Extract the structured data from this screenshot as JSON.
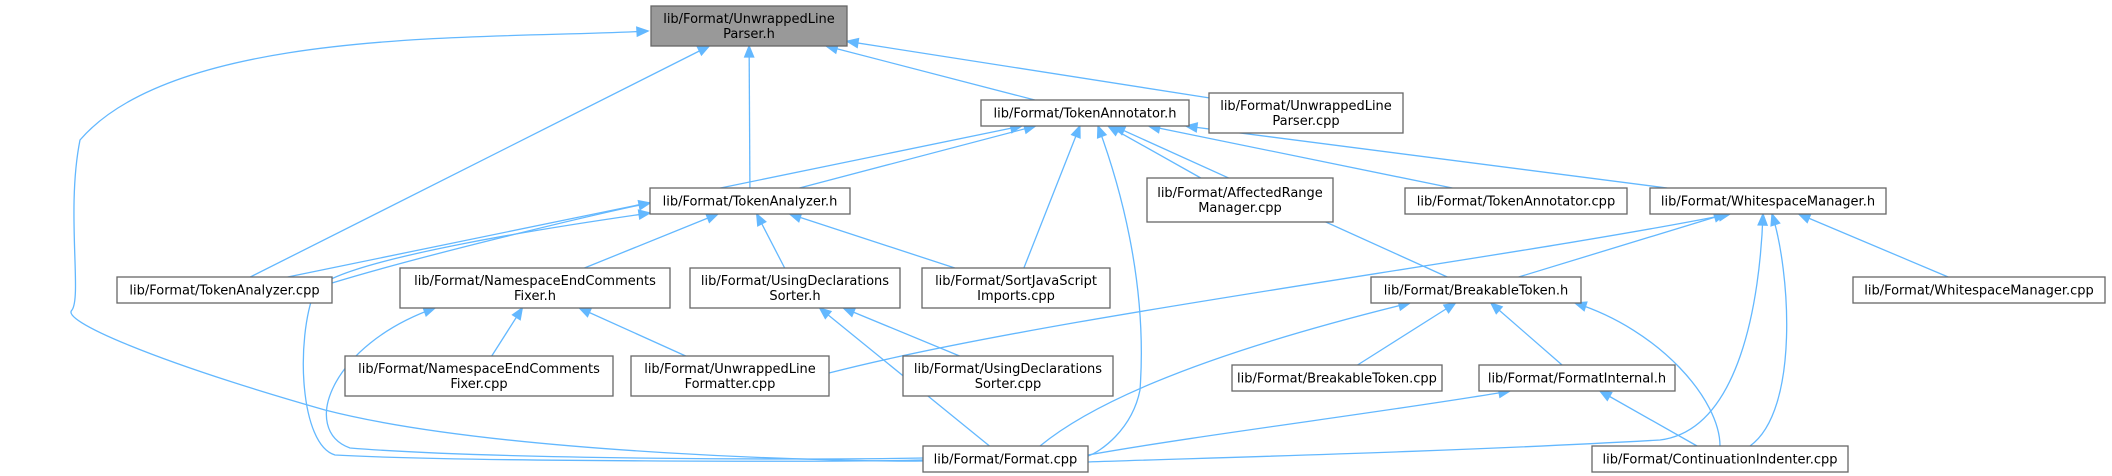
{
  "colors": {
    "edge": "#63b8ff",
    "node_border": "#666666",
    "node_fill": "#ffffff",
    "focus_fill": "#999999"
  },
  "nodes": [
    {
      "id": "ulp_h",
      "lines": [
        "lib/Format/UnwrappedLine",
        "Parser.h"
      ],
      "highlight": true
    },
    {
      "id": "ta_h",
      "lines": [
        "lib/Format/TokenAnnotator.h"
      ]
    },
    {
      "id": "ulp_cpp",
      "lines": [
        "lib/Format/UnwrappedLine",
        "Parser.cpp"
      ]
    },
    {
      "id": "tan_h",
      "lines": [
        "lib/Format/TokenAnalyzer.h"
      ]
    },
    {
      "id": "arm_cpp",
      "lines": [
        "lib/Format/AffectedRange",
        "Manager.cpp"
      ]
    },
    {
      "id": "ta_cpp",
      "lines": [
        "lib/Format/TokenAnnotator.cpp"
      ]
    },
    {
      "id": "wm_h",
      "lines": [
        "lib/Format/WhitespaceManager.h"
      ]
    },
    {
      "id": "tan_cpp",
      "lines": [
        "lib/Format/TokenAnalyzer.cpp"
      ]
    },
    {
      "id": "necf_h",
      "lines": [
        "lib/Format/NamespaceEndComments",
        "Fixer.h"
      ]
    },
    {
      "id": "uds_h",
      "lines": [
        "lib/Format/UsingDeclarations",
        "Sorter.h"
      ]
    },
    {
      "id": "sjs_cpp",
      "lines": [
        "lib/Format/SortJavaScript",
        "Imports.cpp"
      ]
    },
    {
      "id": "bt_h",
      "lines": [
        "lib/Format/BreakableToken.h"
      ]
    },
    {
      "id": "wm_cpp",
      "lines": [
        "lib/Format/WhitespaceManager.cpp"
      ]
    },
    {
      "id": "necf_cpp",
      "lines": [
        "lib/Format/NamespaceEndComments",
        "Fixer.cpp"
      ]
    },
    {
      "id": "ulf_cpp",
      "lines": [
        "lib/Format/UnwrappedLine",
        "Formatter.cpp"
      ]
    },
    {
      "id": "uds_cpp",
      "lines": [
        "lib/Format/UsingDeclarations",
        "Sorter.cpp"
      ]
    },
    {
      "id": "bt_cpp",
      "lines": [
        "lib/Format/BreakableToken.cpp"
      ]
    },
    {
      "id": "fi_h",
      "lines": [
        "lib/Format/FormatInternal.h"
      ]
    },
    {
      "id": "format_cpp",
      "lines": [
        "lib/Format/Format.cpp"
      ]
    },
    {
      "id": "ci_cpp",
      "lines": [
        "lib/Format/ContinuationIndenter.cpp"
      ]
    }
  ],
  "edges": [
    {
      "from": "ulp_h",
      "to": "ta_h"
    },
    {
      "from": "ulp_h",
      "to": "ulp_cpp"
    },
    {
      "from": "ulp_h",
      "to": "tan_h"
    },
    {
      "from": "ulp_h",
      "to": "tan_cpp"
    },
    {
      "from": "ulp_h",
      "to": "format_cpp"
    },
    {
      "from": "ta_h",
      "to": "tan_h"
    },
    {
      "from": "ta_h",
      "to": "tan_cpp"
    },
    {
      "from": "ta_h",
      "to": "arm_cpp"
    },
    {
      "from": "ta_h",
      "to": "ta_cpp"
    },
    {
      "from": "ta_h",
      "to": "wm_h"
    },
    {
      "from": "ta_h",
      "to": "sjs_cpp"
    },
    {
      "from": "ta_h",
      "to": "bt_h"
    },
    {
      "from": "ta_h",
      "to": "format_cpp"
    },
    {
      "from": "tan_h",
      "to": "tan_cpp"
    },
    {
      "from": "tan_h",
      "to": "necf_h"
    },
    {
      "from": "tan_h",
      "to": "uds_h"
    },
    {
      "from": "tan_h",
      "to": "sjs_cpp"
    },
    {
      "from": "tan_h",
      "to": "format_cpp"
    },
    {
      "from": "wm_h",
      "to": "ulf_cpp"
    },
    {
      "from": "wm_h",
      "to": "bt_h"
    },
    {
      "from": "wm_h",
      "to": "wm_cpp"
    },
    {
      "from": "wm_h",
      "to": "format_cpp"
    },
    {
      "from": "wm_h",
      "to": "ci_cpp"
    },
    {
      "from": "necf_h",
      "to": "necf_cpp"
    },
    {
      "from": "necf_h",
      "to": "ulf_cpp"
    },
    {
      "from": "necf_h",
      "to": "format_cpp"
    },
    {
      "from": "uds_h",
      "to": "uds_cpp"
    },
    {
      "from": "uds_h",
      "to": "format_cpp"
    },
    {
      "from": "bt_h",
      "to": "bt_cpp"
    },
    {
      "from": "bt_h",
      "to": "fi_h"
    },
    {
      "from": "bt_h",
      "to": "format_cpp"
    },
    {
      "from": "bt_h",
      "to": "ci_cpp"
    },
    {
      "from": "fi_h",
      "to": "format_cpp"
    },
    {
      "from": "fi_h",
      "to": "ci_cpp"
    }
  ]
}
